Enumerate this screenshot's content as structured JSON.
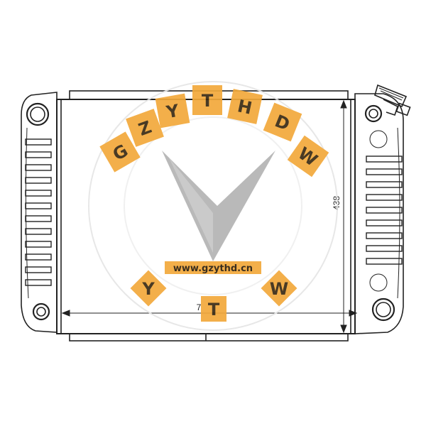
{
  "drawing": {
    "dim_height": "438",
    "dim_width_partial": "7"
  },
  "watermark": {
    "brand_letters": [
      "G",
      "Z",
      "Y",
      "T",
      "H",
      "D",
      "W"
    ],
    "lower_letters": [
      "Y",
      "T",
      "W"
    ],
    "url": "www.gzythd.cn",
    "badge_color": "#f2a93b",
    "logo_color": "#a8a8a8"
  }
}
